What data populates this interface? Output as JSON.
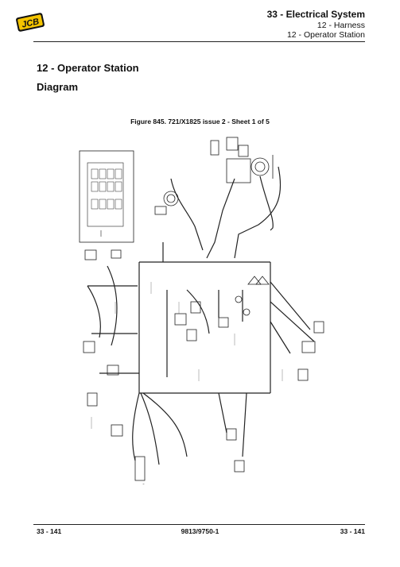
{
  "logo_text": "JCB",
  "header": {
    "system": "33 - Electrical System",
    "subsystem": "12 - Harness",
    "section": "12 - Operator Station"
  },
  "page": {
    "title": "12 - Operator Station",
    "subtitle": "Diagram"
  },
  "figure": {
    "caption": "Figure 845. 721/X1825 issue 2 - Sheet 1 of 5"
  },
  "footer": {
    "page_left": "33 - 141",
    "doc_number": "9813/9750-1",
    "page_right": "33 - 141"
  }
}
